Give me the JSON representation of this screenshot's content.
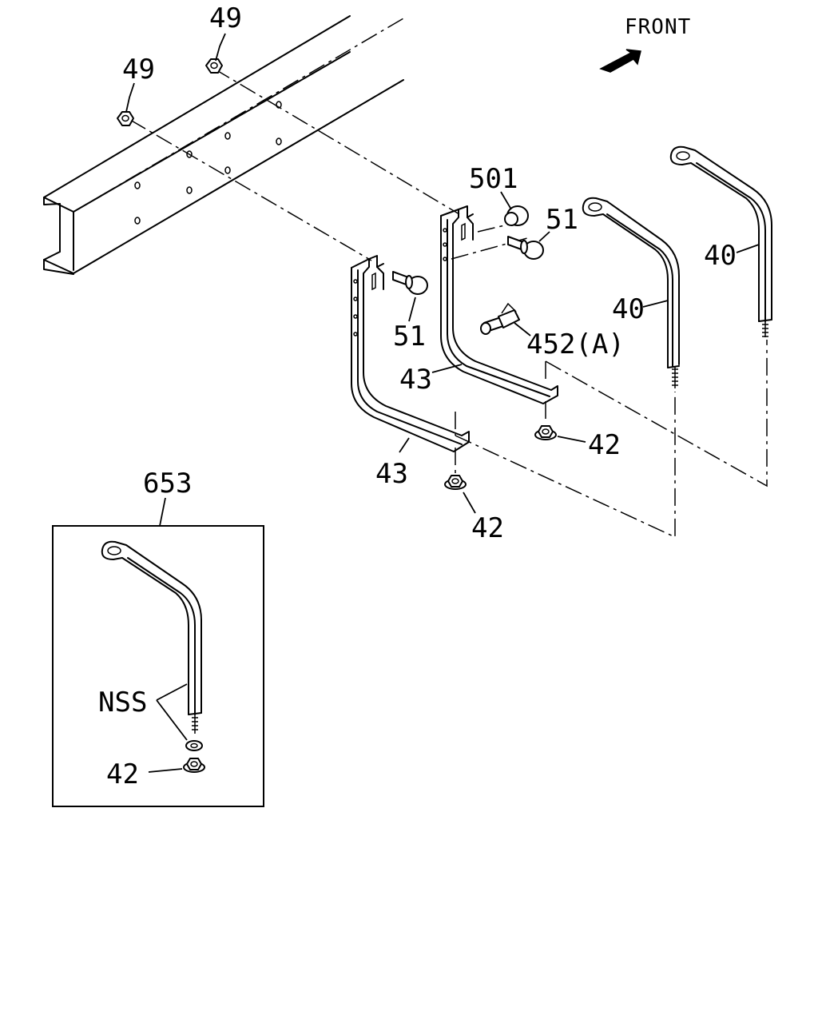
{
  "direction": {
    "text": "FRONT",
    "arrow_icon": "front-arrow-icon"
  },
  "callouts": {
    "c49a": "49",
    "c49b": "49",
    "c501": "501",
    "c51a": "51",
    "c51b": "51",
    "c452": "452(A)",
    "c43a": "43",
    "c43b": "43",
    "c40a": "40",
    "c40b": "40",
    "c42a": "42",
    "c42b": "42",
    "c653": "653",
    "cNSS": "NSS",
    "c42c": "42"
  }
}
